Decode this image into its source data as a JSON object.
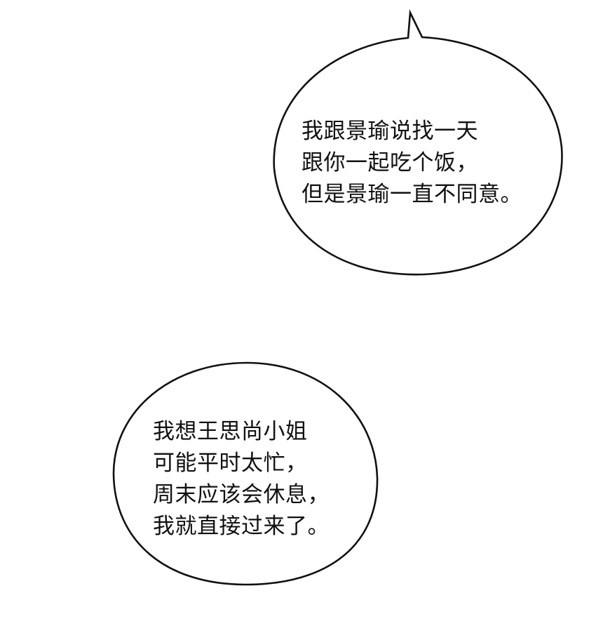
{
  "page": {
    "background": "#ffffff",
    "outline_color": "#111111",
    "text_color": "#111111"
  },
  "bubbles": [
    {
      "id": "bubble-1",
      "shape": "speech-bubble-with-tail",
      "tail_direction": "up",
      "lines": [
        "我跟景瑜说找一天",
        "跟你一起吃个饭，",
        "但是景瑜一直不同意。"
      ]
    },
    {
      "id": "bubble-2",
      "shape": "oval",
      "lines": [
        "我想王思尚小姐",
        "可能平时太忙，",
        "周末应该会休息，",
        "我就直接过来了。"
      ]
    }
  ]
}
